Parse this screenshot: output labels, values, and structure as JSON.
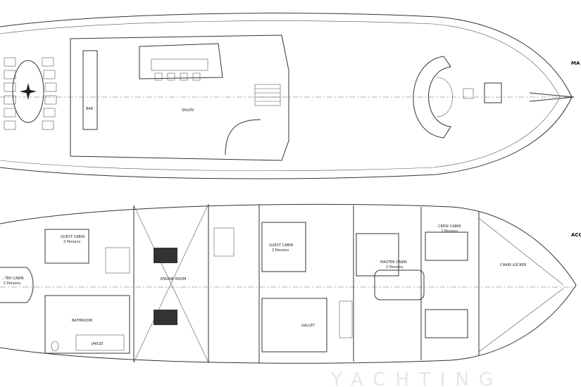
{
  "main_deck": {
    "side_label": "MA",
    "rooms": {
      "salon": "SALON",
      "bar": "BAR"
    }
  },
  "accommodation_deck": {
    "side_label": "ACC",
    "rooms": {
      "guest_cabin_aft": "GUEST CABIN",
      "guest_cabin_aft_persons": "2 Persons",
      "vip_cabin": "...TER CABIN",
      "vip_cabin_persons": "2 Persons",
      "bathroom": "BATHROOM",
      "jakuzi": "JAKUZI",
      "engine_room": "ENGINE ROOM",
      "guest_cabin_mid": "GUEST CABIN",
      "guest_cabin_mid_persons": "2 Persons",
      "galley": "GALLEY",
      "master_cabin": "MASTER CABIN",
      "master_cabin_persons": "2 Persons",
      "crew_cabin": "CREW CABIN",
      "crew_cabin_persons": "2 Persons",
      "chain_locker": "CHAIN LOCKER"
    }
  },
  "watermark": "YACHTING"
}
